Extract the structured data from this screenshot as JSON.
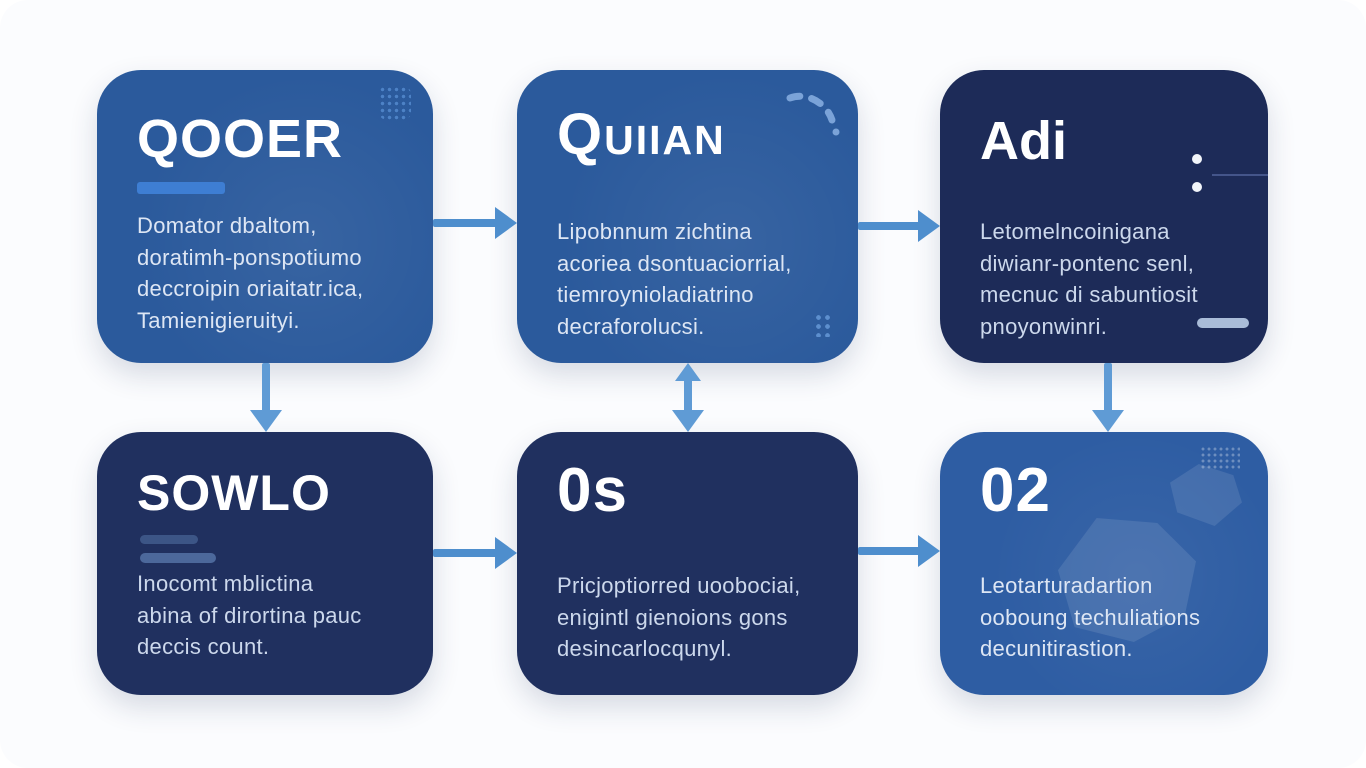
{
  "diagram": {
    "type": "process-flow-cards",
    "rows": 2,
    "cols": 3
  },
  "colors": {
    "background": "#fbfcfe",
    "card_medium_blue": "#2b5a9c",
    "card_dark_navy": "#20305f",
    "card_darker_navy": "#1d2b58",
    "card_bottom_right_blue": "#2e5da3",
    "arrow_horizontal": "#4e8ecd",
    "arrow_vertical": "#5f9bd5",
    "accent_bar": "#3e7ed3",
    "title_text": "#ffffff",
    "body_text_light": "#dde6f4"
  },
  "cards": [
    {
      "id": "qooer",
      "title": "QOOER",
      "body": [
        "Domator dbaltom,",
        "doratimh-ponspotiumo",
        "deccroipin oriaitatr.ica,",
        "Tamienigieruityi."
      ],
      "decorations": [
        "accent-bar",
        "dots-cluster-icon"
      ]
    },
    {
      "id": "quiian",
      "title": "Quiian",
      "body": [
        "Lipobnnum zichtina",
        "acoriea dsontuaciorrial,",
        "tiemroynioladiatrino",
        "decraforolucsi."
      ],
      "decorations": [
        "dashed-arc-icon",
        "dots-small-icon"
      ]
    },
    {
      "id": "adi",
      "title": "Adi",
      "body": [
        "Letomelncoinigana",
        "diwianr-pontenc senl,",
        "mecnuc di sabuntiosit",
        "pnoyonwinri."
      ],
      "decorations": [
        "colon-dots-icon",
        "light-bar"
      ]
    },
    {
      "id": "sowlo",
      "title": "SOWLO",
      "body": [
        "Inocomt mblictina",
        "abina of dirortina pauc",
        "deccis count."
      ],
      "decorations": [
        "mini-bars"
      ]
    },
    {
      "id": "zero-s",
      "title": "0s",
      "body": [
        "Pricjoptiorred uoobociai,",
        "enigintl gienoions gons",
        "desincarlocqunyl."
      ],
      "decorations": []
    },
    {
      "id": "zero-two",
      "title": "02",
      "body": [
        "Leotarturadartion",
        "ooboung techuliations",
        "decunitirastion."
      ],
      "decorations": [
        "dots-grid-icon",
        "polygon-shapes"
      ]
    }
  ],
  "arrows": [
    {
      "id": "qooer-to-quiian",
      "direction": "right"
    },
    {
      "id": "quiian-to-adi",
      "direction": "right"
    },
    {
      "id": "qooer-to-sowlo",
      "direction": "down"
    },
    {
      "id": "quiian-to-zero-s",
      "direction": "both-vertical"
    },
    {
      "id": "adi-to-zero-two",
      "direction": "down"
    },
    {
      "id": "sowlo-to-zero-s",
      "direction": "right"
    },
    {
      "id": "zero-s-to-zero-two",
      "direction": "right"
    }
  ]
}
